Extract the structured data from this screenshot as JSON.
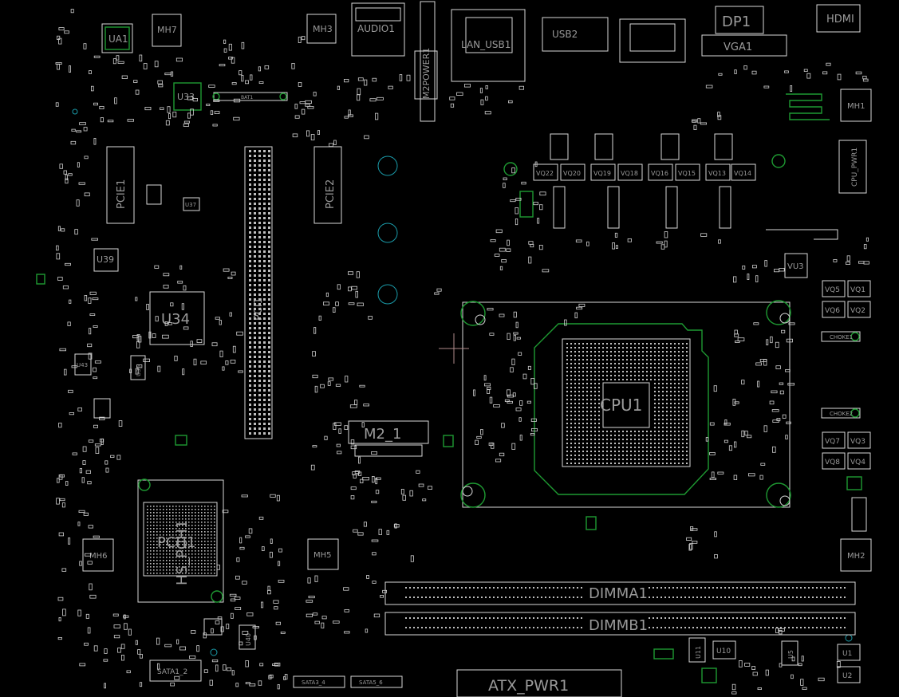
{
  "colors": {
    "background": "#000000",
    "outline": "#d8d8d8",
    "keepout_green": "#1e9a32",
    "hole_cyan": "#1a9aa8",
    "label_gray": "#9a9a9a",
    "crosshair": "#b08a8a"
  },
  "labels": {
    "ua1": "UA1",
    "mh7": "MH7",
    "mh3": "MH3",
    "audio1": "AUDIO1",
    "lan_usb1": "LAN_USB1",
    "usb2": "USB2",
    "dp1": "DP1",
    "vga1": "VGA1",
    "hdmi": "HDMI",
    "u33": "U33",
    "bat1": "BAT1",
    "power1": "M2POWER1",
    "mh1": "MH1",
    "cpu_pwr1": "CPU_PWR1",
    "u39": "U39",
    "u34": "U34",
    "pcie1": "PCIE1",
    "pcie2": "PCIE2",
    "pci1": "PCI1",
    "vu3": "VU3",
    "cpu1": "CPU1",
    "m2_1": "M2_1",
    "pch1": "PCH1",
    "hs_pch1": "HS_PCH1",
    "mh6": "MH6",
    "mh5": "MH5",
    "mh2": "MH2",
    "dimma1": "DIMMA1",
    "dimmb1": "DIMMB1",
    "atx_pwr1": "ATX_PWR1",
    "sata1_2": "SATA1_2",
    "sata3_4": "SATA3_4",
    "sata5_6": "SATA5_6",
    "choke1": "CHOKE1",
    "choke2": "CHOKE2",
    "vq1": "VQ1",
    "vq2": "VQ2",
    "vq3": "VQ3",
    "vq4": "VQ4",
    "vq5": "VQ5",
    "vq6": "VQ6",
    "vq7": "VQ7",
    "vq8": "VQ8",
    "vq13": "VQ13",
    "vq14": "VQ14",
    "vq15": "VQ15",
    "vq16": "VQ16",
    "vq18": "VQ18",
    "vq19": "VQ19",
    "vq20": "VQ20",
    "vq22": "VQ22",
    "u11": "U11",
    "u10": "U10",
    "u5": "U5",
    "u1": "U1",
    "u2": "U2",
    "u40": "U40",
    "u36": "U36",
    "u37": "U37",
    "u43": "U43"
  }
}
